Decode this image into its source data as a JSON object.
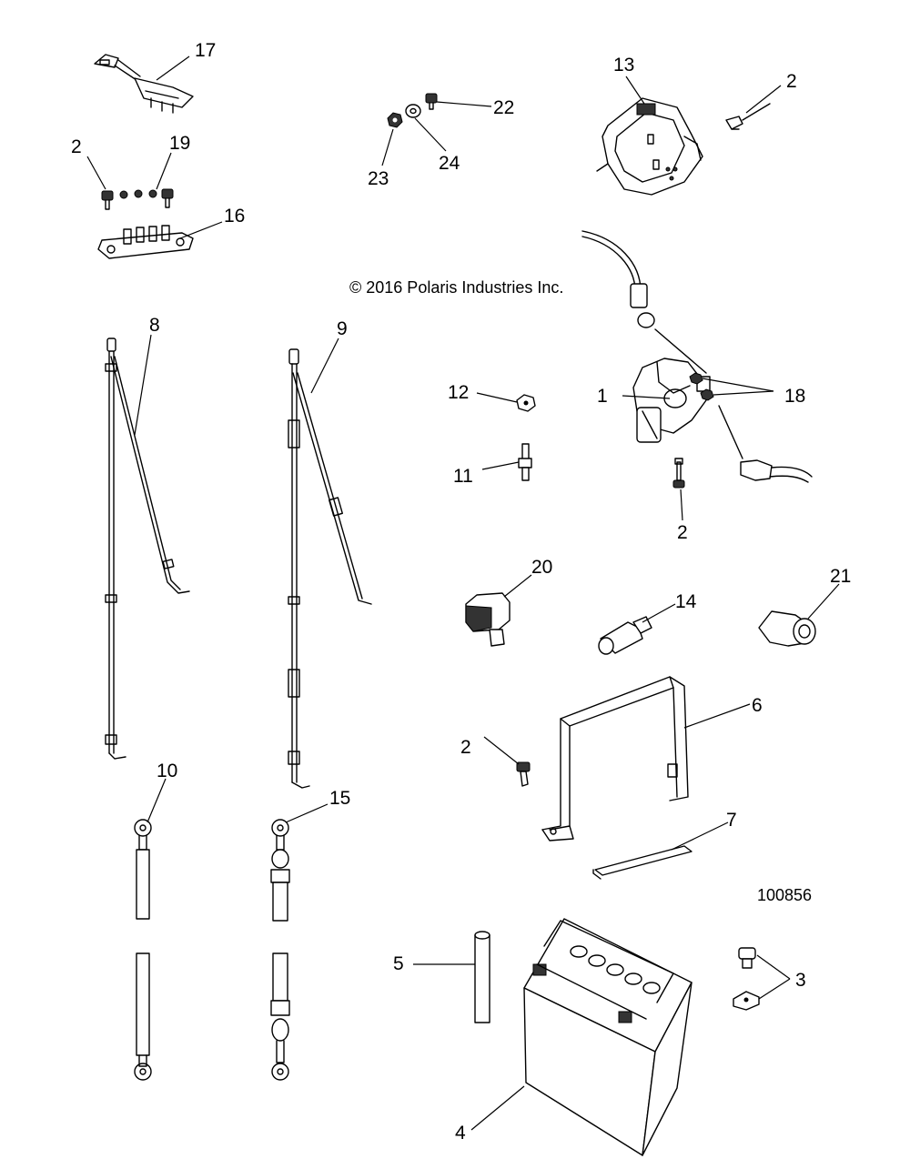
{
  "copyright": "© 2016 Polaris Industries Inc.",
  "diagram_code": "100856",
  "callouts": {
    "c17": "17",
    "c2a": "2",
    "c19": "19",
    "c16": "16",
    "c22": "22",
    "c23": "23",
    "c24": "24",
    "c13": "13",
    "c2b": "2",
    "c8": "8",
    "c9": "9",
    "c12": "12",
    "c1": "1",
    "c18": "18",
    "c11": "11",
    "c2c": "2",
    "c20": "20",
    "c14": "14",
    "c21": "21",
    "c6": "6",
    "c2d": "2",
    "c10": "10",
    "c15": "15",
    "c7": "7",
    "c5": "5",
    "c3": "3",
    "c4": "4"
  }
}
